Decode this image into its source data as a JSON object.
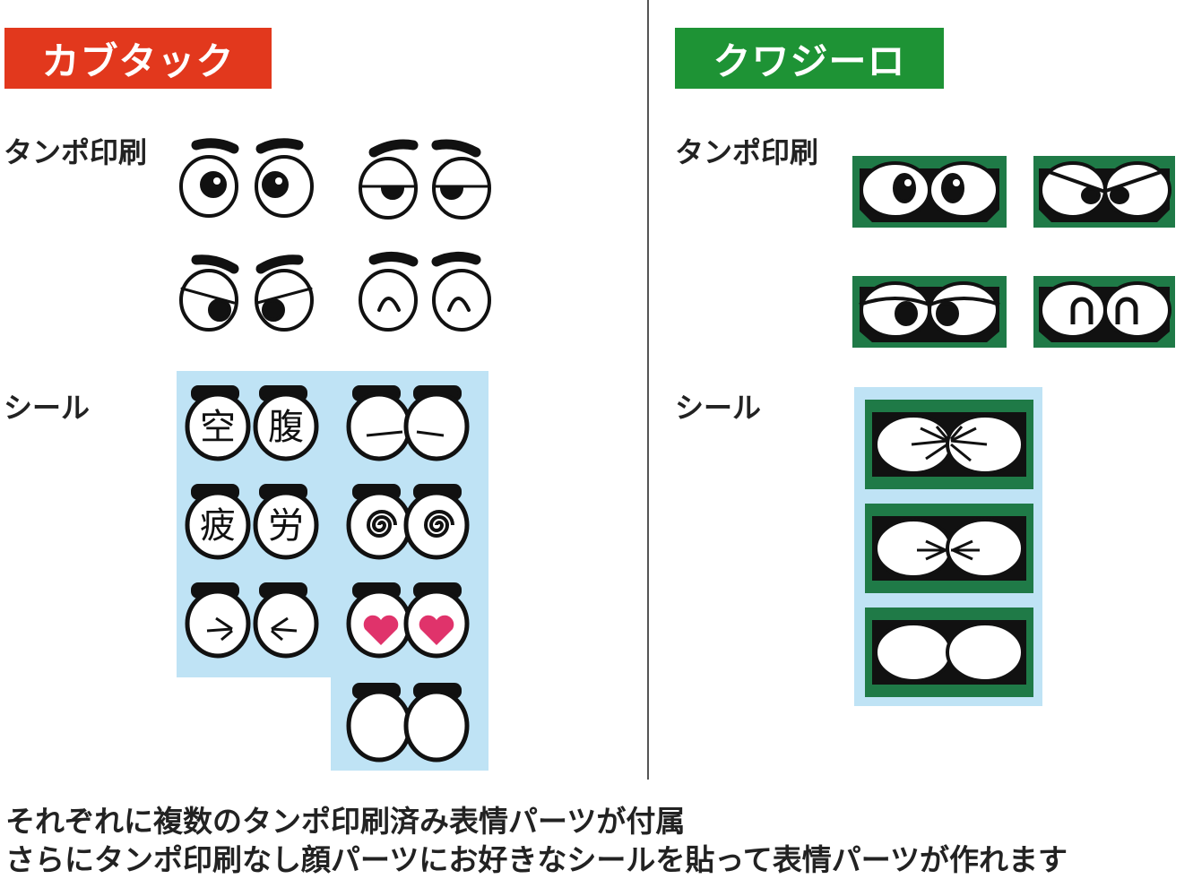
{
  "left": {
    "title": "カブタック",
    "title_color": "#e2381d",
    "tampo_label": "タンポ印刷",
    "seal_label": "シール",
    "seal_kanji": [
      "空",
      "腹",
      "疲",
      "労"
    ]
  },
  "right": {
    "title": "クワジーロ",
    "title_color": "#1e9335",
    "tampo_label": "タンポ印刷",
    "seal_label": "シール"
  },
  "colors": {
    "seal_bg": "#bfe3f5",
    "plate_green": "#1f7a47",
    "heart": "#e0336b"
  },
  "caption": {
    "line1": "それぞれに複数のタンポ印刷済み表情パーツが付属",
    "line2": "さらにタンポ印刷なし顔パーツにお好きなシールを貼って表情パーツが作れます"
  }
}
